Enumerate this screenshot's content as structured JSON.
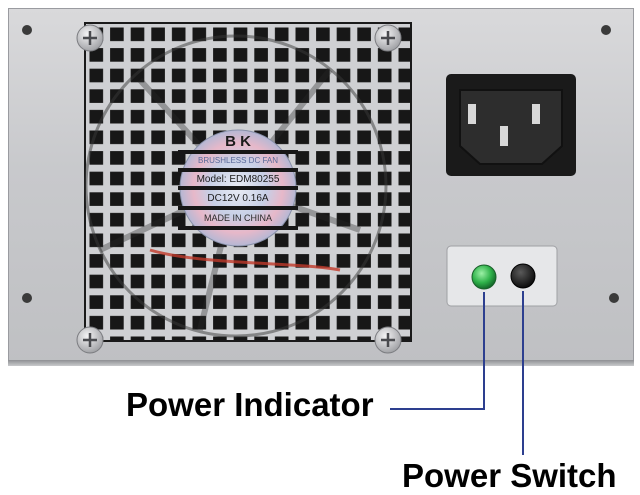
{
  "annotations": {
    "power_indicator": "Power Indicator",
    "power_switch": "Power Switch"
  },
  "fan_label": {
    "line1": "BRUSHLESS DC FAN",
    "line2": "Model: EDM80255",
    "line3": "DC12V 0.16A",
    "line4": "MADE IN CHINA"
  },
  "colors": {
    "chassis": "#c8c9cc",
    "callout_line": "#2d3f8f",
    "indicator_led": "#2fb24a",
    "switch_button": "#1b1b1b"
  },
  "icons": [
    "screw-icon",
    "power-socket-icon",
    "fan-grille-icon",
    "led-icon",
    "switch-icon"
  ]
}
